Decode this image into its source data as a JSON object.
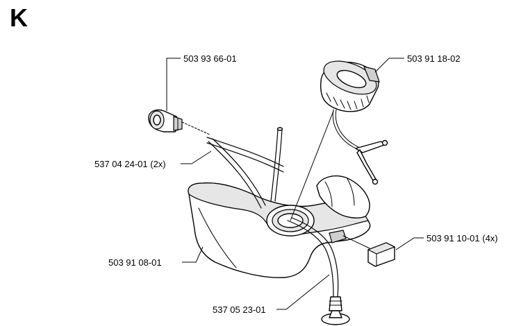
{
  "section_letter": "K",
  "parts": [
    {
      "part_number": "503 93 66-01",
      "qty": "",
      "name": "filter-fitting"
    },
    {
      "part_number": "503 91 18-02",
      "qty": "",
      "name": "fuel-cap"
    },
    {
      "part_number": "537 04 24-01",
      "qty": "(2x)",
      "name": "fuel-hose"
    },
    {
      "part_number": "503 91 08-01",
      "qty": "",
      "name": "fuel-tank"
    },
    {
      "part_number": "503 91 10-01",
      "qty": "(4x)",
      "name": "rubber-mount"
    },
    {
      "part_number": "537 05 23-01",
      "qty": "",
      "name": "fuel-line-filter"
    }
  ],
  "colors": {
    "line": "#000000",
    "shade": "#e6e6e6",
    "background": "#ffffff"
  }
}
